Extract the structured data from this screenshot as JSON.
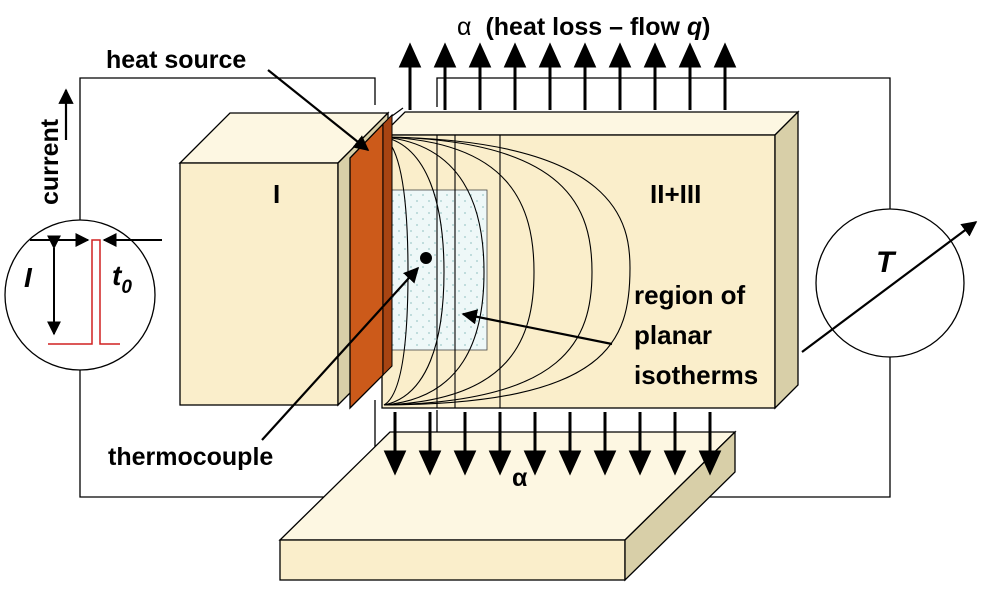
{
  "labels": {
    "top_alpha": "α",
    "top_heat_loss": "(heat loss – flow ",
    "top_q": "q",
    "top_close": ")",
    "heat_source": "heat source",
    "current": "current",
    "block_I": "I",
    "block_II_III": "II+III",
    "pulse_I": "I",
    "pulse_t": "t",
    "pulse_sub": "0",
    "T_meter": "T",
    "region_line1": "region of",
    "region_line2": "planar",
    "region_line3": "isotherms",
    "thermocouple": "thermocouple",
    "bottom_alpha": "α"
  },
  "colors": {
    "block_face": "#faeecb",
    "block_top": "#fdf7e2",
    "block_side": "#d8cfa8",
    "heat_source": "#cc5a1a",
    "pulse": "#d12020",
    "planar_region": "#eef8f8",
    "line": "#000000"
  }
}
